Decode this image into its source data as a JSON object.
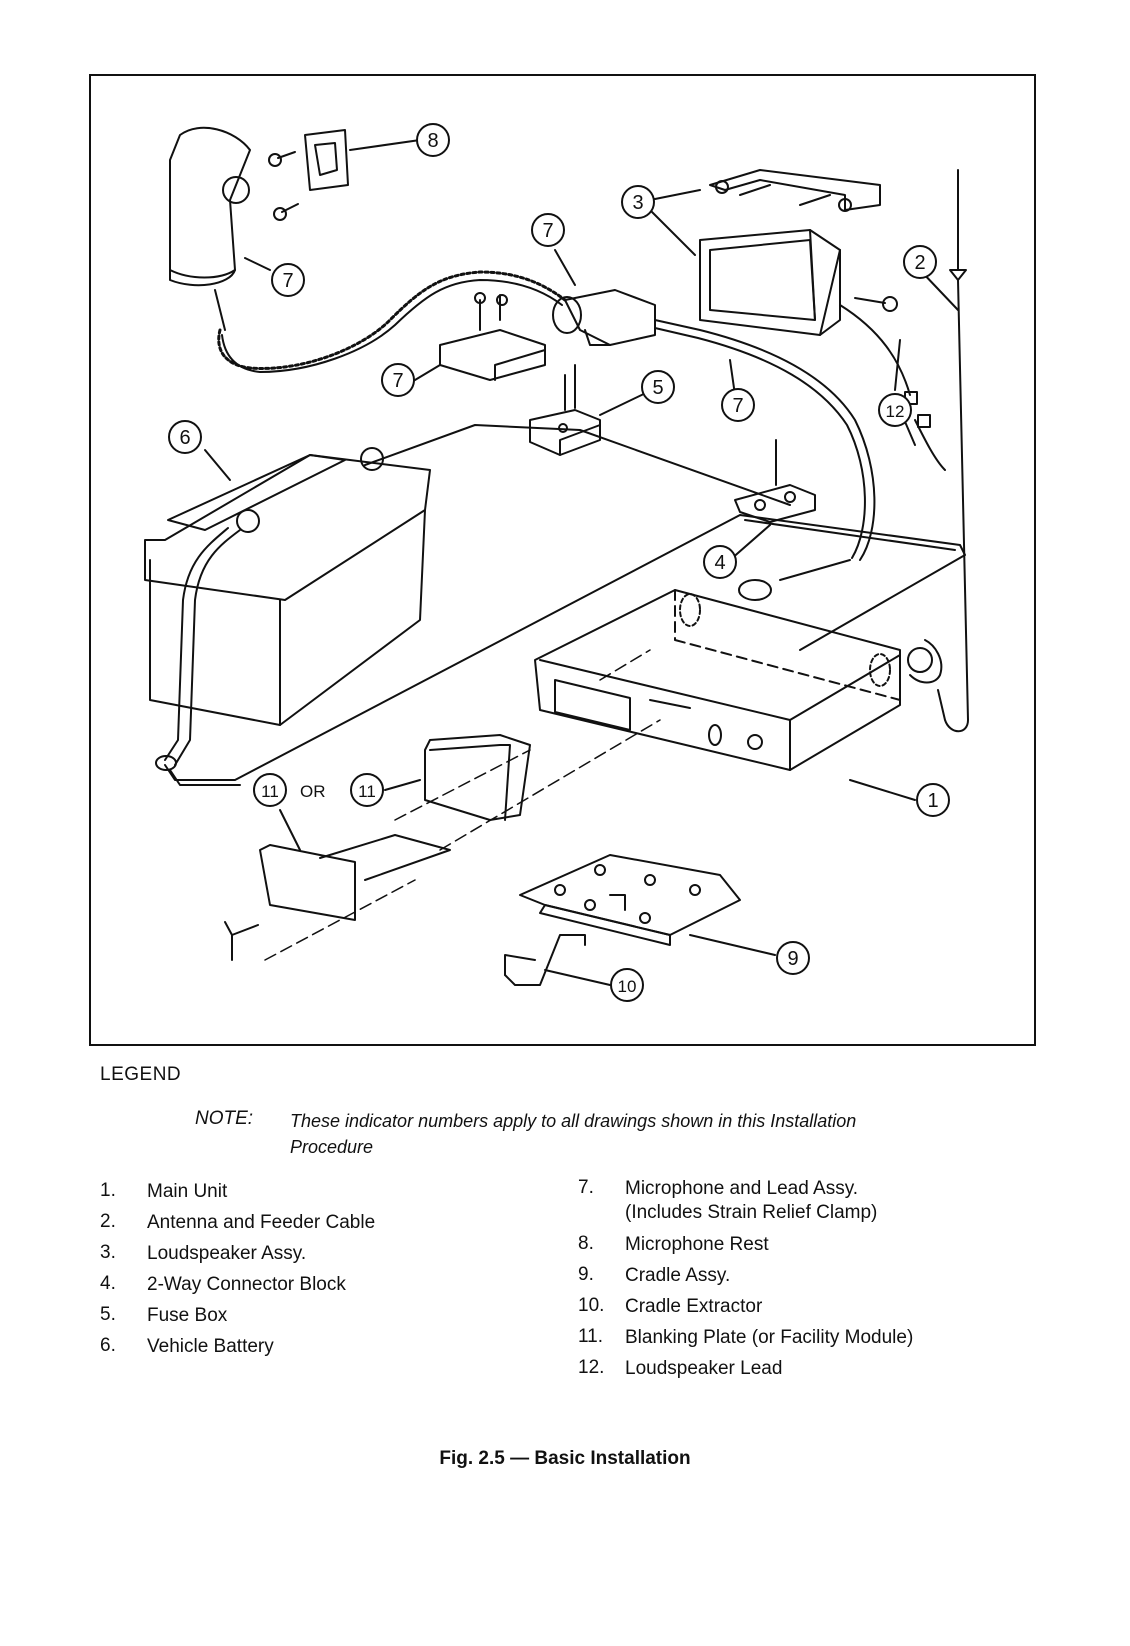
{
  "callouts": {
    "c1": "1",
    "c2": "2",
    "c3": "3",
    "c4": "4",
    "c5": "5",
    "c6": "6",
    "c7a": "7",
    "c7b": "7",
    "c7c": "7",
    "c7d": "7",
    "c8": "8",
    "c9": "9",
    "c10": "10",
    "c11a": "11",
    "c11b": "11",
    "c12": "12",
    "or": "OR"
  },
  "legend": {
    "heading": "LEGEND",
    "note_label": "NOTE:",
    "note_text": "These indicator numbers apply to all drawings shown in this Installation Procedure",
    "left_items": [
      {
        "num": "1.",
        "text": "Main Unit"
      },
      {
        "num": "2.",
        "text": "Antenna and Feeder Cable"
      },
      {
        "num": "3.",
        "text": "Loudspeaker Assy."
      },
      {
        "num": "4.",
        "text": "2-Way Connector Block"
      },
      {
        "num": "5.",
        "text": "Fuse Box"
      },
      {
        "num": "6.",
        "text": "Vehicle Battery"
      }
    ],
    "right_items": [
      {
        "num": "7.",
        "text": "Microphone and Lead Assy.\n(Includes Strain Relief Clamp)"
      },
      {
        "num": "8.",
        "text": "Microphone Rest"
      },
      {
        "num": "9.",
        "text": "Cradle Assy."
      },
      {
        "num": "10.",
        "text": "Cradle Extractor"
      },
      {
        "num": "11.",
        "text": "Blanking Plate (or Facility Module)"
      },
      {
        "num": "12.",
        "text": "Loudspeaker Lead"
      }
    ]
  },
  "caption": "Fig. 2.5 — Basic Installation"
}
